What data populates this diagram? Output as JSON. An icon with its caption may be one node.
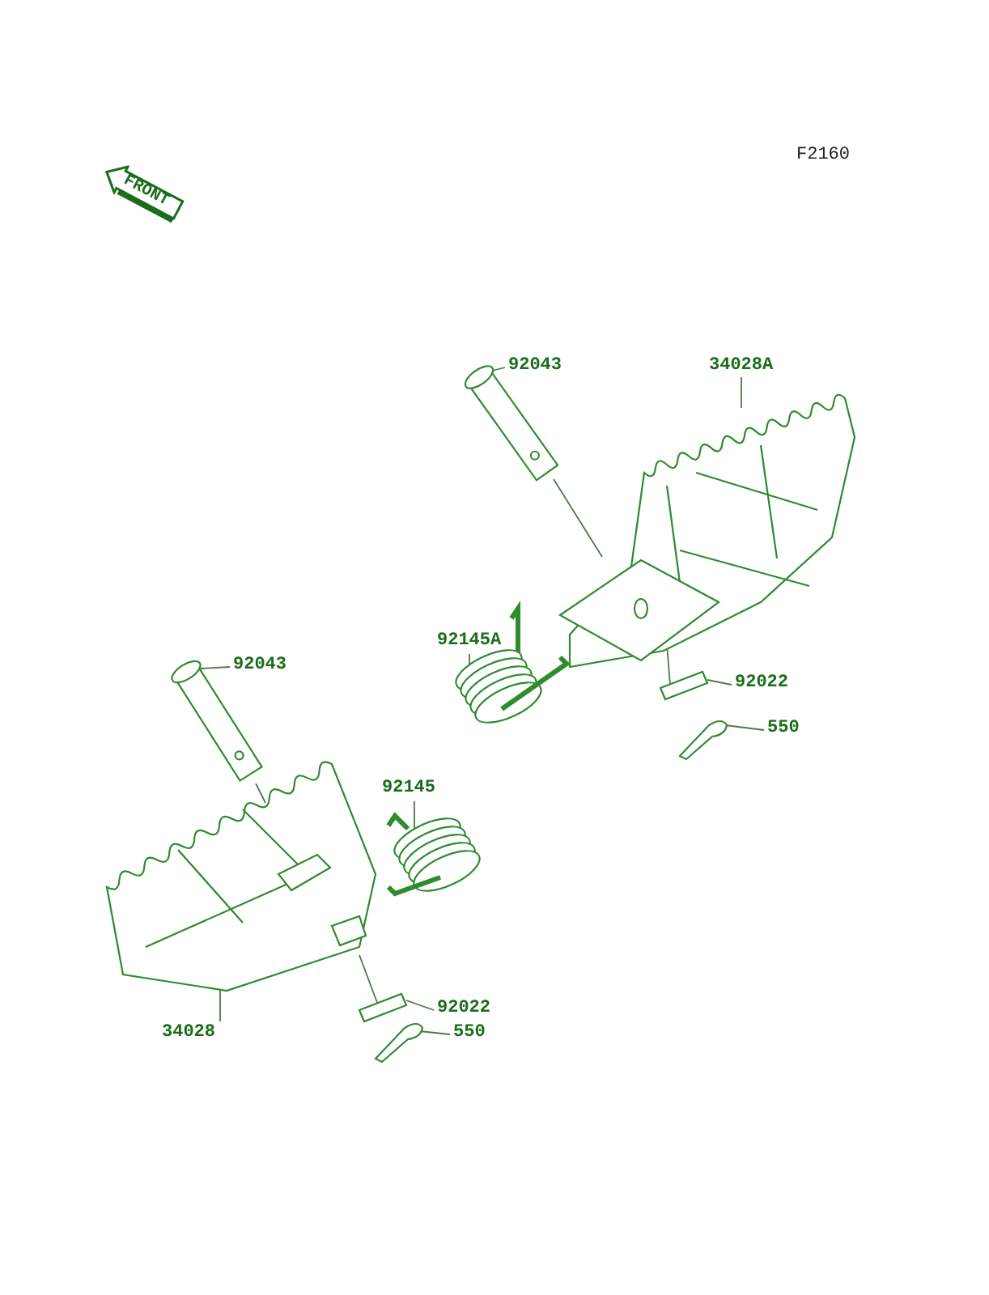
{
  "diagram": {
    "nodes": [
      {
        "text": [
          "FRONT"
        ]
      },
      {
        "text": [
          "92043"
        ]
      },
      {
        "text": [],
        "shape": "picture"
      },
      {
        "text": [
          "34028A"
        ]
      },
      {
        "text": [],
        "shape": "picture"
      },
      {
        "text": [
          "92145A"
        ]
      },
      {
        "text": [],
        "shape": "picture"
      },
      {
        "text": [
          "92022"
        ]
      },
      {
        "text": [],
        "shape": "picture"
      },
      {
        "text": [
          "550"
        ]
      },
      {
        "text": [],
        "shape": "picture"
      },
      {
        "text": [
          "92043"
        ]
      },
      {
        "text": [],
        "shape": "picture"
      },
      {
        "text": [
          "92145"
        ]
      },
      {
        "text": [],
        "shape": "picture"
      },
      {
        "text": [
          "92022"
        ]
      },
      {
        "text": [],
        "shape": "picture"
      },
      {
        "text": [
          "34028"
        ]
      },
      {
        "text": [],
        "shape": "picture"
      },
      {
        "text": [
          "550"
        ]
      },
      {
        "text": [],
        "shape": "picture"
      }
    ],
    "edges": [
      {
        "from": 1,
        "to": 2,
        "arrow": "none"
      },
      {
        "from": 3,
        "to": 4,
        "arrow": "none"
      },
      {
        "from": 5,
        "to": 6,
        "arrow": "none"
      },
      {
        "from": 7,
        "to": 8,
        "arrow": "none"
      },
      {
        "from": 9,
        "to": 10,
        "arrow": "none"
      },
      {
        "from": 2,
        "to": 4,
        "arrow": "none"
      },
      {
        "from": 4,
        "to": 8,
        "arrow": "none"
      },
      {
        "from": 11,
        "to": 12,
        "arrow": "none"
      },
      {
        "from": 13,
        "to": 14,
        "arrow": "none"
      },
      {
        "from": 15,
        "to": 16,
        "arrow": "none"
      },
      {
        "from": 17,
        "to": 18,
        "arrow": "none"
      },
      {
        "from": 19,
        "to": 20,
        "arrow": "none"
      },
      {
        "from": 12,
        "to": 18,
        "arrow": "none"
      },
      {
        "from": 18,
        "to": 16,
        "arrow": "none"
      }
    ],
    "labels": [
      "F2160"
    ]
  }
}
